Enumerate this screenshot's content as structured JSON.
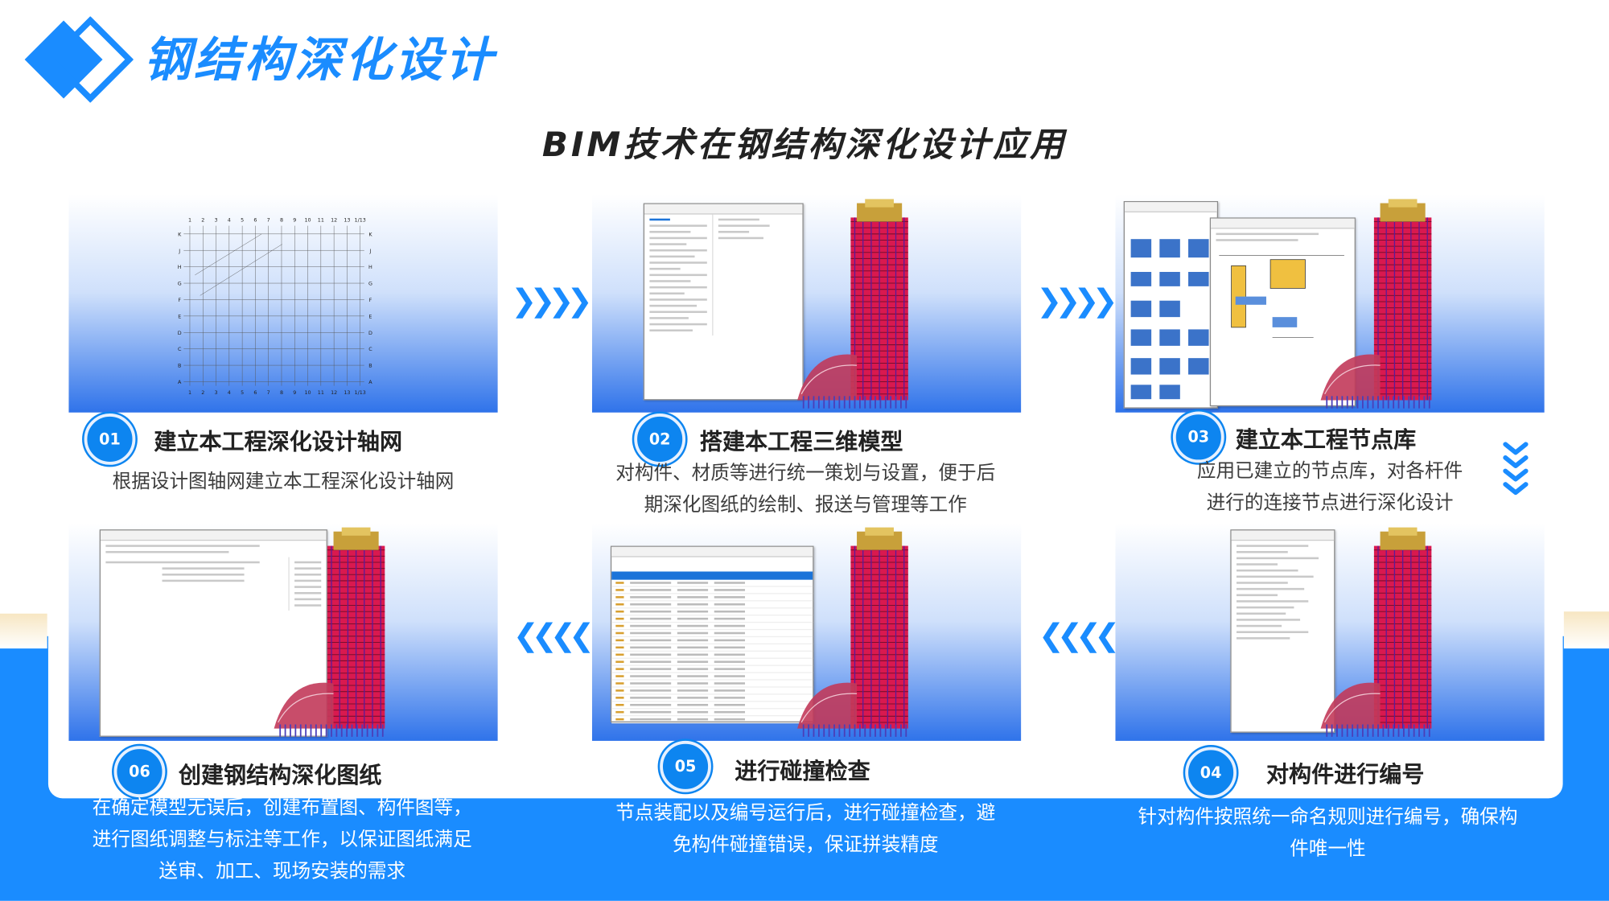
{
  "header": {
    "title": "钢结构深化设计",
    "subtitle": "BIM技术在钢结构深化设计应用"
  },
  "colors": {
    "brand": "#1a8cff",
    "band": "#1a8cff",
    "model": "#d9194f"
  },
  "steps": [
    {
      "number": "01",
      "title": "建立本工程深化设计轴网",
      "desc": [
        "根据设计图轴网建立本工程深化设计轴网"
      ]
    },
    {
      "number": "02",
      "title": "搭建本工程三维模型",
      "desc": [
        "对构件、材质等进行统一策划与设置，便于后",
        "期深化图纸的绘制、报送与管理等工作"
      ]
    },
    {
      "number": "03",
      "title": "建立本工程节点库",
      "desc": [
        "应用已建立的节点库，对各杆件",
        "进行的连接节点进行深化设计"
      ]
    },
    {
      "number": "04",
      "title": "对构件进行编号",
      "desc": [
        "针对构件按照统一命名规则进行编号，确保构",
        "件唯一性"
      ]
    },
    {
      "number": "05",
      "title": "进行碰撞检查",
      "desc": [
        "节点装配以及编号运行后，进行碰撞检查，避",
        "免构件碰撞错误，保证拼装精度"
      ]
    },
    {
      "number": "06",
      "title": "创建钢结构深化图纸",
      "desc": [
        "在确定模型无误后，创建布置图、构件图等，",
        "进行图纸调整与标注等工作，以保证图纸满足",
        "送审、加工、现场安装的需求"
      ]
    }
  ],
  "grid_labels": {
    "top": [
      "1",
      "2",
      "3",
      "4",
      "5",
      "6",
      "7",
      "8",
      "9",
      "10",
      "11",
      "12",
      "13",
      "1/13"
    ],
    "left": [
      "K",
      "J",
      "H",
      "G",
      "F",
      "E",
      "D",
      "C",
      "B",
      "A"
    ]
  },
  "icons": {
    "logo": "diamond-logo-icon",
    "arrow_right": "chevron-right-icon",
    "arrow_down": "chevron-down-icon",
    "arrow_left": "chevron-left-icon"
  }
}
